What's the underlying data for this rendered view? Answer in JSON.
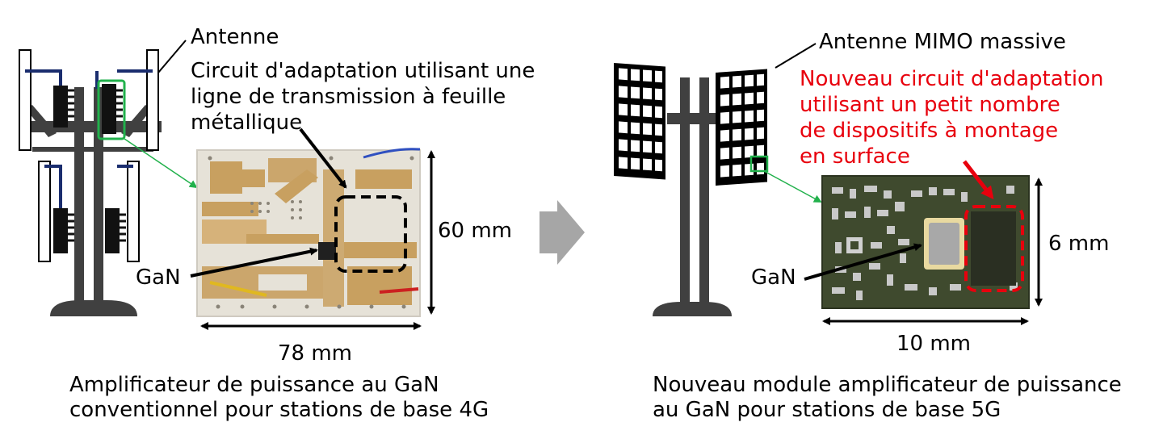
{
  "left": {
    "antenna_label": "Antenne",
    "circuit_label": [
      "Circuit d'adaptation utilisant une",
      "ligne de transmission à feuille",
      "métallique"
    ],
    "gan_label": "GaN",
    "height_label": "60 mm",
    "width_label": "78 mm",
    "caption": [
      "Amplificateur de puissance au GaN",
      "conventionnel pour stations de base 4G"
    ]
  },
  "right": {
    "antenna_label": "Antenne MIMO massive",
    "circuit_label": [
      "Nouveau circuit d'adaptation",
      "utilisant un petit nombre",
      "de dispositifs à montage",
      "en surface"
    ],
    "gan_label": "GaN",
    "height_label": "6 mm",
    "width_label": "10 mm",
    "caption": [
      "Nouveau module amplificateur de puissance",
      "au GaN pour stations de base 5G"
    ]
  },
  "colors": {
    "highlight_green": "#22b14c",
    "highlight_red": "#e8000d",
    "pcb_gold": "#c8a060",
    "pcb_base": "#e6e2d8",
    "module_green": "#3f4a2e",
    "arrow_gray": "#a6a6a6",
    "tower_gray": "#404040"
  }
}
